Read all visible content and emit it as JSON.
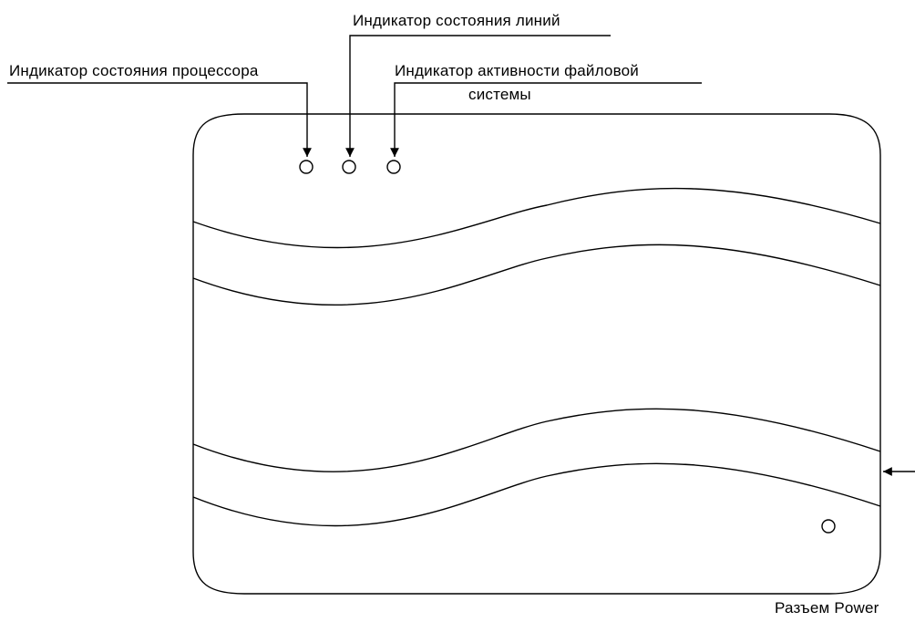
{
  "labels": {
    "line_status": "Индикатор состояния линий",
    "cpu_status": "Индикатор состояния процессора",
    "fs_activity_line1": "Индикатор активности файловой",
    "fs_activity_line2": "системы",
    "power_connector": "Разъем Power"
  },
  "colors": {
    "stroke": "#000000",
    "background": "#ffffff"
  }
}
